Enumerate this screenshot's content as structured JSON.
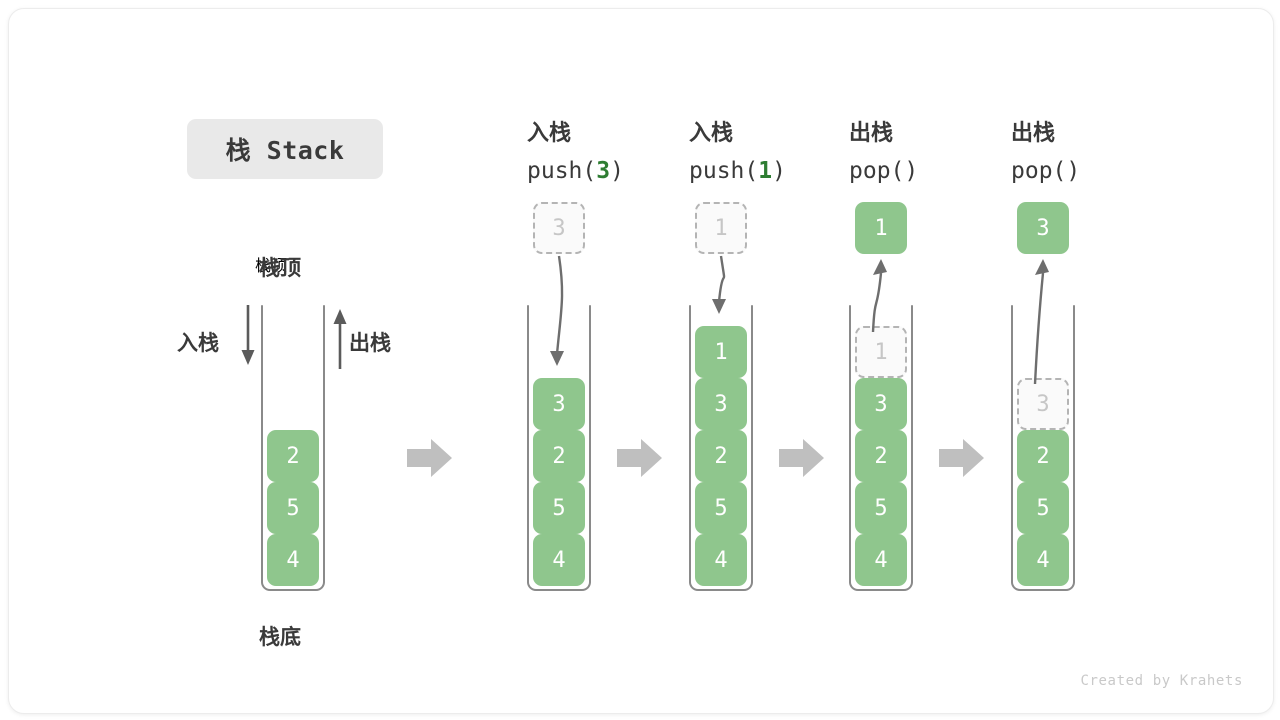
{
  "title": {
    "text": "栈 Stack"
  },
  "left_stack": {
    "top_label": "栈顶",
    "bottom_label": "栈底",
    "push_label": "入栈",
    "pop_label": "出栈",
    "cells": [
      "2",
      "5",
      "4"
    ]
  },
  "footer": {
    "credit": "Created by Krahets"
  },
  "colors": {
    "cell_green": "#8fc68d",
    "arg_green": "#2e7d32",
    "ghost_border": "#b4b4b4",
    "ghost_text": "#c6c6c6",
    "arrow_gray": "#bfbfbf",
    "wall_gray": "#8a8a8a",
    "text_dark": "#3a3a3a",
    "badge_gray": "#e9e9e9"
  },
  "steps": [
    {
      "op_cn": "入栈",
      "op_code_pre": "push(",
      "op_arg": "3",
      "op_code_post": ")",
      "incoming": {
        "value": "3",
        "style": "ghost",
        "direction": "down"
      },
      "stack": [
        "3",
        "2",
        "5",
        "4"
      ],
      "ghost_index": null
    },
    {
      "op_cn": "入栈",
      "op_code_pre": "push(",
      "op_arg": "1",
      "op_code_post": ")",
      "incoming": {
        "value": "1",
        "style": "ghost",
        "direction": "down"
      },
      "stack": [
        "1",
        "3",
        "2",
        "5",
        "4"
      ],
      "ghost_index": null
    },
    {
      "op_cn": "出栈",
      "op_code_pre": "pop(",
      "op_arg": "",
      "op_code_post": ")",
      "incoming": {
        "value": "1",
        "style": "solid",
        "direction": "up"
      },
      "stack": [
        "1",
        "3",
        "2",
        "5",
        "4"
      ],
      "ghost_index": 0
    },
    {
      "op_cn": "出栈",
      "op_code_pre": "pop(",
      "op_arg": "",
      "op_code_post": ")",
      "incoming": {
        "value": "3",
        "style": "solid",
        "direction": "up"
      },
      "stack": [
        "3",
        "2",
        "5",
        "4"
      ],
      "ghost_index": 0
    }
  ],
  "transition_arrows": 4
}
